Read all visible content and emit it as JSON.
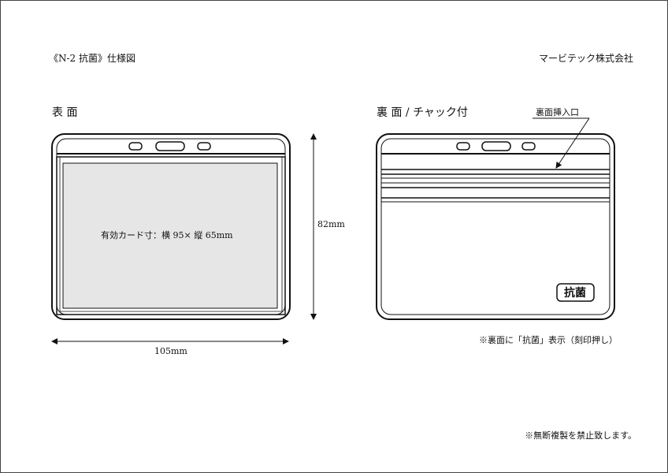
{
  "header": {
    "title": "《N-2 抗菌》仕様図",
    "company": "マービテック株式会社"
  },
  "front": {
    "label": "表 面",
    "card_size_label": "有効カード寸：横 95× 縦 65mm"
  },
  "back": {
    "label": "裏 面 / チャック付",
    "insert_callout": "裏面挿入口",
    "badge": "抗菌"
  },
  "dimensions": {
    "height": "82mm",
    "width": "105mm"
  },
  "notes": {
    "engraving": "※裏面に「抗菌」表示（刻印押し）",
    "copyright": "※無断複製を禁止致します。"
  },
  "colors": {
    "line": "#111111",
    "card_fill": "#e6e6e6",
    "background": "#ffffff"
  }
}
